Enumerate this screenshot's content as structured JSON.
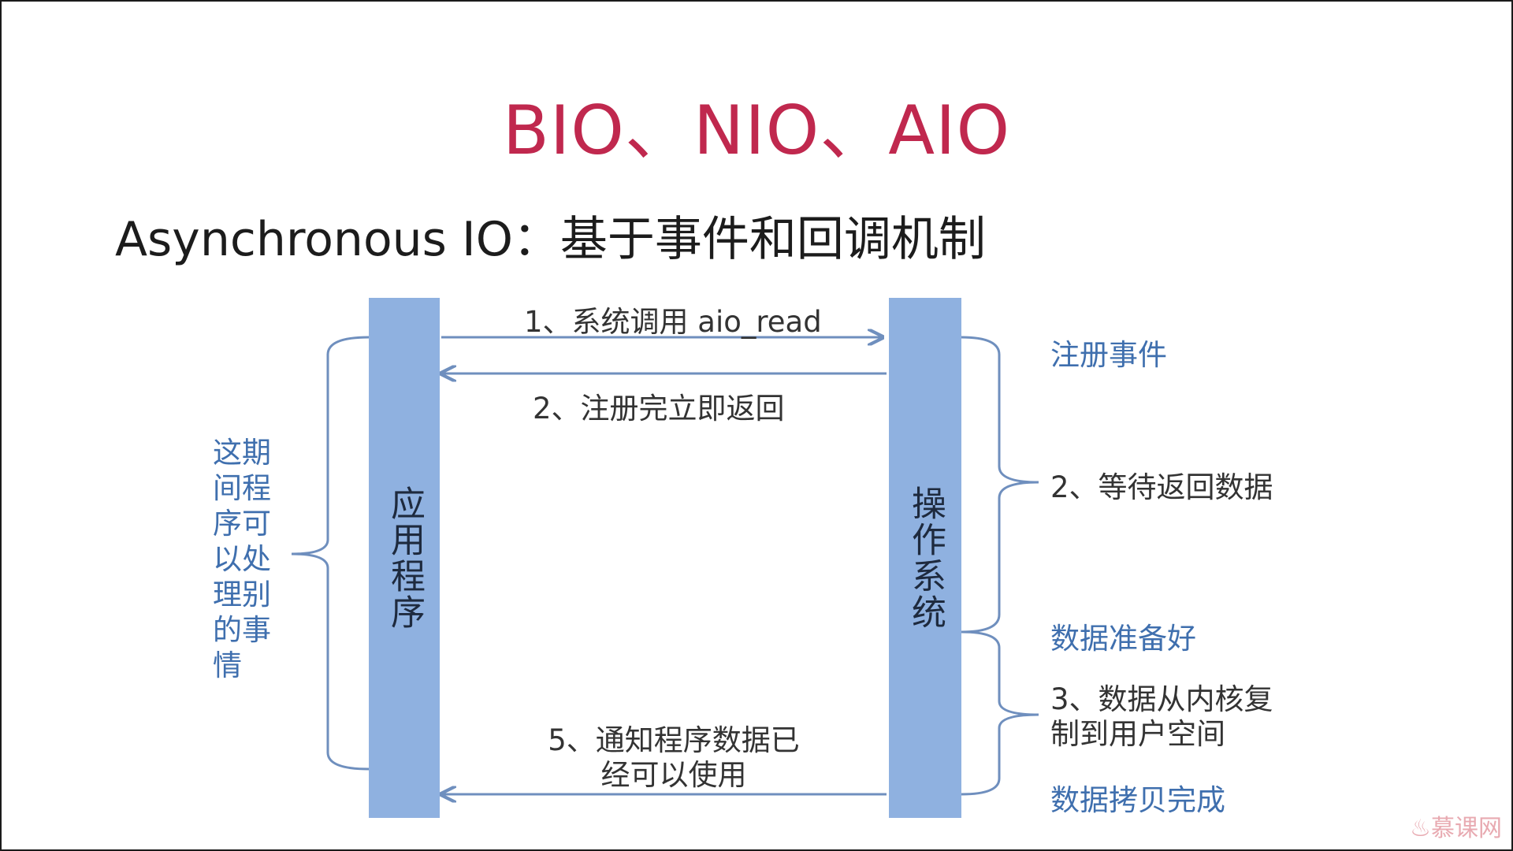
{
  "title": "BIO、NIO、AIO",
  "subtitle": "Asynchronous IO：基于事件和回调机制",
  "diagram": {
    "app_label": "应用程序",
    "os_label": "操作系统",
    "messages": {
      "step1": "1、系统调用 aio_read",
      "step2": "2、注册完立即返回",
      "step5_line1": "5、通知程序数据已",
      "step5_line2": "经可以使用"
    },
    "right_notes": {
      "register_event": "注册事件",
      "wait_data": "2、等待返回数据",
      "data_ready": "数据准备好",
      "copy_line1": "3、数据从内核复",
      "copy_line2": "制到用户空间",
      "copy_done": "数据拷贝完成"
    },
    "left_note": "这期间程序可以处理别的事情"
  },
  "watermark": "慕课网",
  "colors": {
    "title": "#c0284e",
    "bar": "#8fb1e0",
    "arrow": "#6f8fbe",
    "note_blue": "#3f6fae"
  }
}
